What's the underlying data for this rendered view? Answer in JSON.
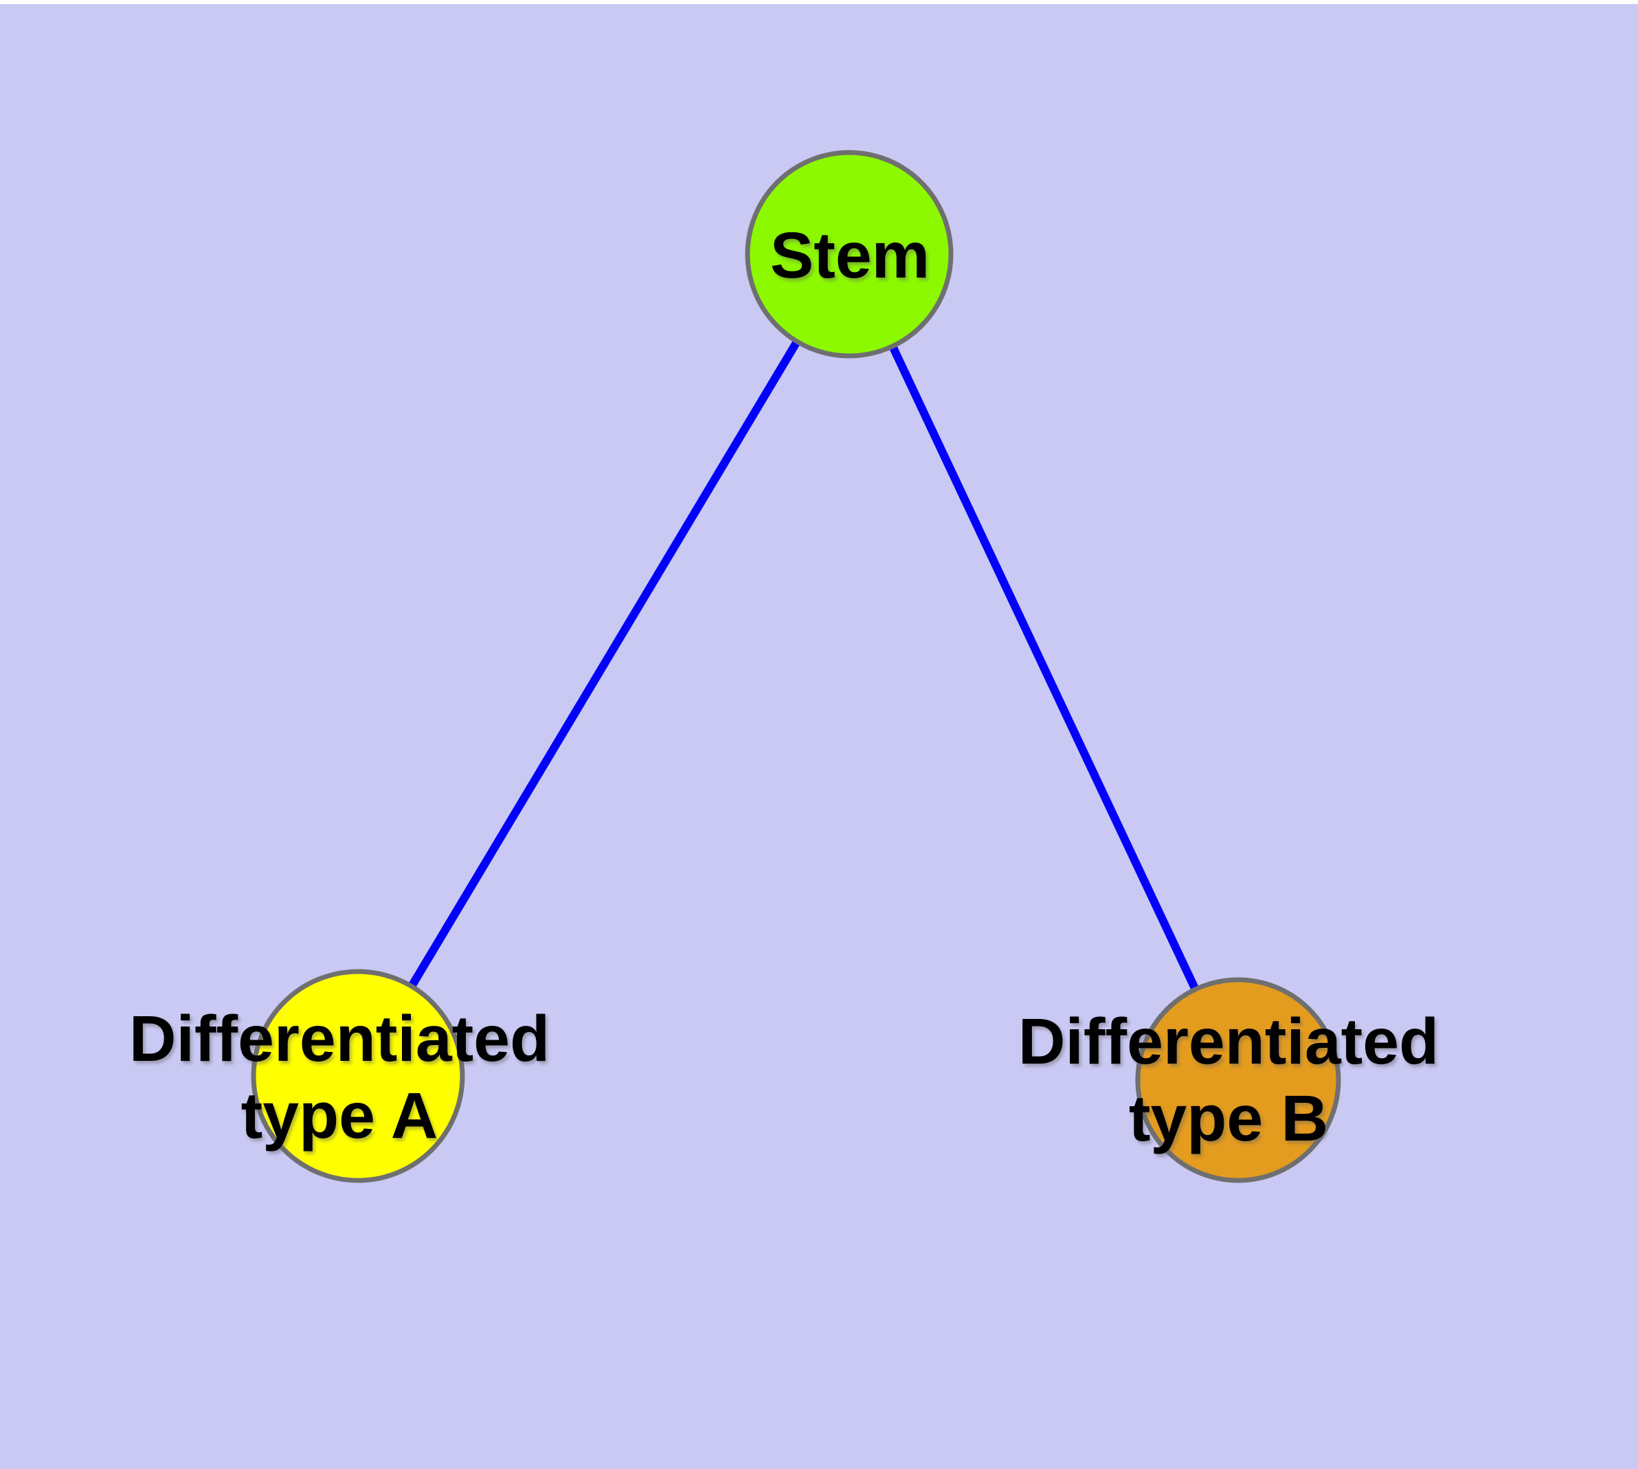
{
  "diagram": {
    "type": "node-link-graph",
    "canvas_color": "#c9c9f4",
    "top_margin_color": "#ffffff",
    "node_border_color": "#6f6f6f",
    "edge_color": "#0202fa",
    "label_color": "#000000",
    "nodes": [
      {
        "id": "stem",
        "label": "Stem",
        "fill": "#8cf900"
      },
      {
        "id": "type-a",
        "label": "Differentiated\ntype A",
        "fill": "#ffff00"
      },
      {
        "id": "type-b",
        "label": "Differentiated\ntype B",
        "fill": "#e49c1e"
      }
    ],
    "edges": [
      {
        "from": "Stem",
        "to": "Differentiated type A"
      },
      {
        "from": "Stem",
        "to": "Differentiated type B"
      }
    ]
  }
}
